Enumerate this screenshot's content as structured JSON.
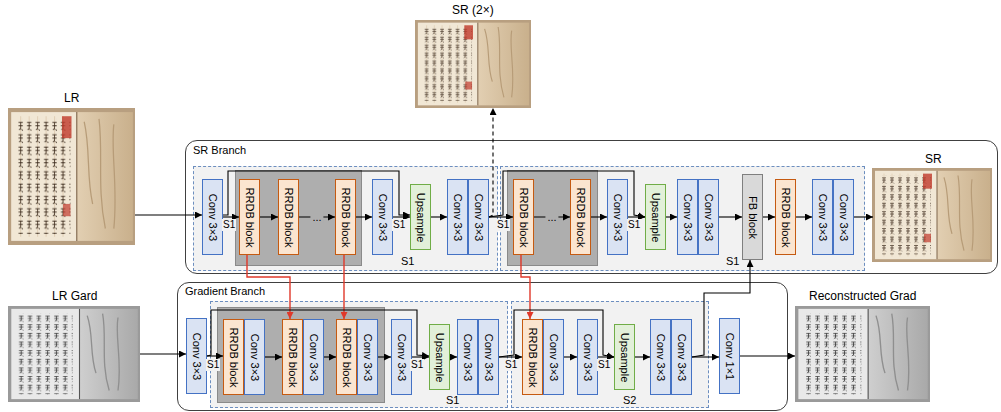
{
  "diagram": {
    "nodes": [
      {
        "text": [
          "LR"
        ]
      },
      {
        "text": [
          "SR (2×)"
        ]
      },
      {
        "text": [
          "SR Branch"
        ]
      },
      {
        "text": [
          "S1"
        ],
        "in": 2
      },
      {
        "text": [
          "Conv 3×3"
        ],
        "in": 3
      },
      {
        "text": [
          "RRDB block"
        ],
        "in": 3
      },
      {
        "text": [
          "RRDB block"
        ],
        "in": 3
      },
      {
        "text": [
          "RRDB block"
        ],
        "in": 3
      },
      {
        "text": [
          "Conv 3×3"
        ],
        "in": 3
      },
      {
        "text": [
          "Upsample"
        ],
        "in": 3
      },
      {
        "text": [
          "Conv 3×3"
        ],
        "in": 3
      },
      {
        "text": [
          "Conv 3×3"
        ],
        "in": 3
      },
      {
        "text": [
          "S1"
        ],
        "in": 2
      },
      {
        "text": [
          "RRDB block"
        ],
        "in": 12
      },
      {
        "text": [
          "RRDB block"
        ],
        "in": 12
      },
      {
        "text": [
          "Conv 3×3"
        ],
        "in": 12
      },
      {
        "text": [
          "Upsample"
        ],
        "in": 12
      },
      {
        "text": [
          "Conv 3×3"
        ],
        "in": 12
      },
      {
        "text": [
          "Conv 3×3"
        ],
        "in": 12
      },
      {
        "text": [
          "FB block"
        ],
        "in": 12
      },
      {
        "text": [
          "RRDB block"
        ],
        "in": 12
      },
      {
        "text": [
          "Conv 3×3"
        ],
        "in": 12
      },
      {
        "text": [
          "Conv 3×3"
        ],
        "in": 12
      },
      {
        "text": [
          "SR"
        ],
        "in": 2
      },
      {
        "text": [
          "LR Gard"
        ]
      },
      {
        "text": [
          "Gradient Branch"
        ]
      },
      {
        "text": [
          "Conv 3×3"
        ],
        "in": 25
      },
      {
        "text": [
          "S1"
        ],
        "in": 25
      },
      {
        "text": [
          "RRDB block"
        ],
        "in": 27
      },
      {
        "text": [
          "Conv 3×3"
        ],
        "in": 27
      },
      {
        "text": [
          "RRDB block"
        ],
        "in": 27
      },
      {
        "text": [
          "Conv 3×3"
        ],
        "in": 27
      },
      {
        "text": [
          "RRDB block"
        ],
        "in": 27
      },
      {
        "text": [
          "Conv 3×3"
        ],
        "in": 27
      },
      {
        "text": [
          "Conv 3×3"
        ],
        "in": 27
      },
      {
        "text": [
          "Upsample"
        ],
        "in": 27
      },
      {
        "text": [
          "Conv 3×3"
        ],
        "in": 27
      },
      {
        "text": [
          "Conv 3×3"
        ],
        "in": 27
      },
      {
        "text": [
          "S2"
        ],
        "in": 25
      },
      {
        "text": [
          "RRDB block"
        ],
        "in": 38
      },
      {
        "text": [
          "Conv 3×3"
        ],
        "in": 38
      },
      {
        "text": [
          "Conv 3×3"
        ],
        "in": 38
      },
      {
        "text": [
          "Upsample"
        ],
        "in": 38
      },
      {
        "text": [
          "Conv 3×3"
        ],
        "in": 38
      },
      {
        "text": [
          "Conv 3×3"
        ],
        "in": 38
      },
      {
        "text": [
          "Conv 1×1"
        ],
        "in": 25
      },
      {
        "text": [
          "Reconstructed Grad"
        ]
      }
    ],
    "edges": [
      {
        "from": 0,
        "to": 4,
        "arrow": "to"
      },
      {
        "from": 4,
        "to": 5,
        "arrow": "to"
      },
      {
        "from": 5,
        "to": 6,
        "arrow": "to"
      },
      {
        "from": 6,
        "to": 7,
        "label": "...",
        "arrow": "to"
      },
      {
        "from": 7,
        "to": 8,
        "arrow": "to"
      },
      {
        "from": 8,
        "to": 9,
        "arrow": "to"
      },
      {
        "from": 9,
        "to": 10,
        "arrow": "to"
      },
      {
        "from": 11,
        "to": 13,
        "arrow": "to"
      },
      {
        "from": 13,
        "to": 14,
        "label": "...",
        "arrow": "to"
      },
      {
        "from": 14,
        "to": 15,
        "arrow": "to"
      },
      {
        "from": 15,
        "to": 16,
        "arrow": "to"
      },
      {
        "from": 16,
        "to": 17,
        "arrow": "to"
      },
      {
        "from": 18,
        "to": 19,
        "arrow": "to"
      },
      {
        "from": 19,
        "to": 20,
        "arrow": "to"
      },
      {
        "from": 20,
        "to": 21,
        "arrow": "to"
      },
      {
        "from": 22,
        "to": 23,
        "arrow": "to"
      },
      {
        "from": 4,
        "to": 9,
        "arrow": "to"
      },
      {
        "from": 11,
        "to": 16,
        "arrow": "to"
      },
      {
        "from": 11,
        "to": 1,
        "arrow": "to"
      },
      {
        "from": 5,
        "to": 30,
        "arrow": "to"
      },
      {
        "from": 7,
        "to": 32,
        "arrow": "to"
      },
      {
        "from": 13,
        "to": 39,
        "arrow": "to"
      },
      {
        "from": 24,
        "to": 26,
        "arrow": "to"
      },
      {
        "from": 26,
        "to": 28,
        "arrow": "to"
      },
      {
        "from": 29,
        "to": 30,
        "arrow": "to"
      },
      {
        "from": 31,
        "to": 32,
        "arrow": "to"
      },
      {
        "from": 33,
        "to": 34,
        "arrow": "to"
      },
      {
        "from": 34,
        "to": 35,
        "arrow": "to"
      },
      {
        "from": 35,
        "to": 36,
        "arrow": "to"
      },
      {
        "from": 37,
        "to": 39,
        "arrow": "to"
      },
      {
        "from": 40,
        "to": 41,
        "arrow": "to"
      },
      {
        "from": 41,
        "to": 42,
        "arrow": "to"
      },
      {
        "from": 42,
        "to": 43,
        "arrow": "to"
      },
      {
        "from": 44,
        "to": 45,
        "arrow": "to"
      },
      {
        "from": 45,
        "to": 46,
        "arrow": "to"
      },
      {
        "from": 44,
        "to": 19,
        "arrow": "to"
      },
      {
        "from": 26,
        "to": 35,
        "arrow": "to"
      },
      {
        "from": 37,
        "to": 42,
        "arrow": "to"
      }
    ],
    "labels": [
      "S1",
      "S1",
      "S1",
      "S1",
      "S1",
      "S1",
      "S1",
      "S1"
    ]
  }
}
